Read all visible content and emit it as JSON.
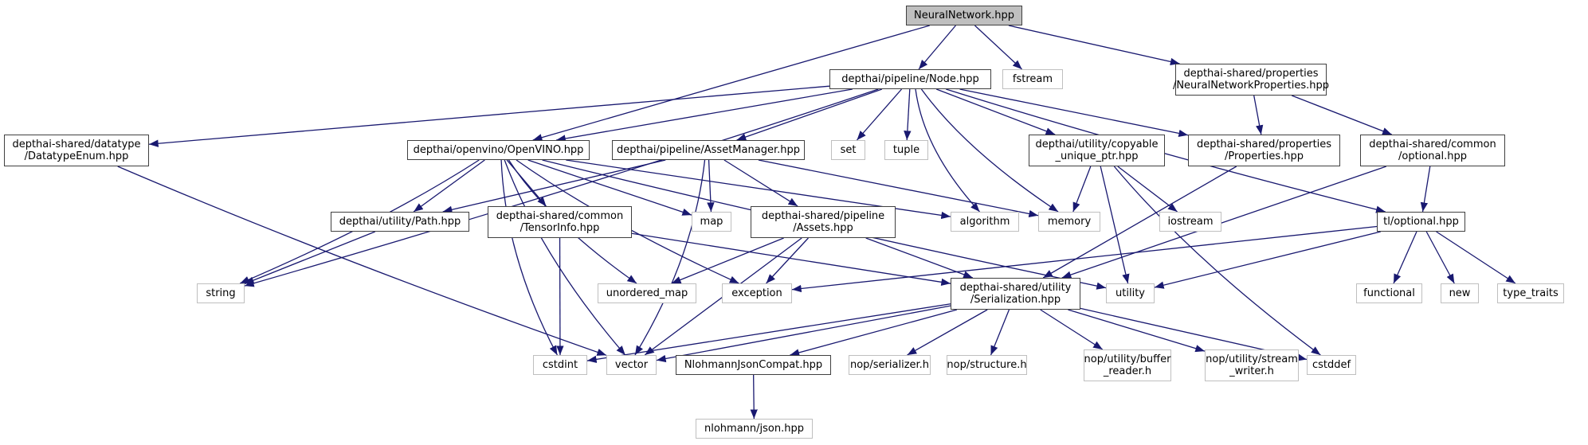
{
  "title": "NeuralNetwork.hpp include dependency graph",
  "colors": {
    "edge": "#191970",
    "local_border": "#404040",
    "system_border": "#bfbfbf",
    "root_fill": "#bfbfbf"
  },
  "nodes": [
    {
      "id": "root",
      "label": "NeuralNetwork.hpp",
      "kind": "root"
    },
    {
      "id": "node_hpp",
      "label": "depthai/pipeline/Node.hpp",
      "kind": "local"
    },
    {
      "id": "fstream",
      "label": "fstream",
      "kind": "sys"
    },
    {
      "id": "nnprops",
      "label": "depthai-shared/properties\n/NeuralNetworkProperties.hpp",
      "kind": "local"
    },
    {
      "id": "dtenum",
      "label": "depthai-shared/datatype\n/DatatypeEnum.hpp",
      "kind": "local"
    },
    {
      "id": "openvino",
      "label": "depthai/openvino/OpenVINO.hpp",
      "kind": "local"
    },
    {
      "id": "assetmgr",
      "label": "depthai/pipeline/AssetManager.hpp",
      "kind": "local"
    },
    {
      "id": "set",
      "label": "set",
      "kind": "sys"
    },
    {
      "id": "tuple",
      "label": "tuple",
      "kind": "sys"
    },
    {
      "id": "copyable",
      "label": "depthai/utility/copyable\n_unique_ptr.hpp",
      "kind": "local"
    },
    {
      "id": "properties",
      "label": "depthai-shared/properties\n/Properties.hpp",
      "kind": "local"
    },
    {
      "id": "optional_common",
      "label": "depthai-shared/common\n/optional.hpp",
      "kind": "local"
    },
    {
      "id": "path",
      "label": "depthai/utility/Path.hpp",
      "kind": "local"
    },
    {
      "id": "tensorinfo",
      "label": "depthai-shared/common\n/TensorInfo.hpp",
      "kind": "local"
    },
    {
      "id": "map",
      "label": "map",
      "kind": "sys"
    },
    {
      "id": "assets",
      "label": "depthai-shared/pipeline\n/Assets.hpp",
      "kind": "local"
    },
    {
      "id": "algorithm",
      "label": "algorithm",
      "kind": "sys"
    },
    {
      "id": "memory",
      "label": "memory",
      "kind": "sys"
    },
    {
      "id": "iostream",
      "label": "iostream",
      "kind": "sys"
    },
    {
      "id": "tl_optional",
      "label": "tl/optional.hpp",
      "kind": "local"
    },
    {
      "id": "string",
      "label": "string",
      "kind": "sys"
    },
    {
      "id": "unordered_map",
      "label": "unordered_map",
      "kind": "sys"
    },
    {
      "id": "exception",
      "label": "exception",
      "kind": "sys"
    },
    {
      "id": "serialization",
      "label": "depthai-shared/utility\n/Serialization.hpp",
      "kind": "local"
    },
    {
      "id": "utility",
      "label": "utility",
      "kind": "sys"
    },
    {
      "id": "functional",
      "label": "functional",
      "kind": "sys"
    },
    {
      "id": "new",
      "label": "new",
      "kind": "sys"
    },
    {
      "id": "type_traits",
      "label": "type_traits",
      "kind": "sys"
    },
    {
      "id": "cstdint",
      "label": "cstdint",
      "kind": "sys"
    },
    {
      "id": "vector",
      "label": "vector",
      "kind": "sys"
    },
    {
      "id": "nlohmann_compat",
      "label": "NlohmannJsonCompat.hpp",
      "kind": "local"
    },
    {
      "id": "nop_serializer",
      "label": "nop/serializer.h",
      "kind": "sys"
    },
    {
      "id": "nop_structure",
      "label": "nop/structure.h",
      "kind": "sys"
    },
    {
      "id": "nop_buffer_reader",
      "label": "nop/utility/buffer\n_reader.h",
      "kind": "sys"
    },
    {
      "id": "nop_stream_writer",
      "label": "nop/utility/stream\n_writer.h",
      "kind": "sys"
    },
    {
      "id": "cstddef",
      "label": "cstddef",
      "kind": "sys"
    },
    {
      "id": "nlohmann_json",
      "label": "nlohmann/json.hpp",
      "kind": "sys"
    }
  ],
  "edges": [
    [
      "root",
      "node_hpp"
    ],
    [
      "root",
      "fstream"
    ],
    [
      "root",
      "nnprops"
    ],
    [
      "root",
      "openvino"
    ],
    [
      "node_hpp",
      "dtenum"
    ],
    [
      "node_hpp",
      "openvino"
    ],
    [
      "node_hpp",
      "assetmgr"
    ],
    [
      "node_hpp",
      "set"
    ],
    [
      "node_hpp",
      "tuple"
    ],
    [
      "node_hpp",
      "algorithm"
    ],
    [
      "node_hpp",
      "memory"
    ],
    [
      "node_hpp",
      "copyable"
    ],
    [
      "node_hpp",
      "properties"
    ],
    [
      "node_hpp",
      "tl_optional"
    ],
    [
      "node_hpp",
      "string"
    ],
    [
      "nnprops",
      "properties"
    ],
    [
      "nnprops",
      "optional_common"
    ],
    [
      "dtenum",
      "vector"
    ],
    [
      "openvino",
      "path"
    ],
    [
      "openvino",
      "tensorinfo"
    ],
    [
      "openvino",
      "map"
    ],
    [
      "openvino",
      "string"
    ],
    [
      "openvino",
      "unordered_map"
    ],
    [
      "openvino",
      "exception"
    ],
    [
      "openvino",
      "algorithm"
    ],
    [
      "openvino",
      "utility"
    ],
    [
      "openvino",
      "cstdint"
    ],
    [
      "openvino",
      "vector"
    ],
    [
      "assetmgr",
      "path"
    ],
    [
      "assetmgr",
      "map"
    ],
    [
      "assetmgr",
      "assets"
    ],
    [
      "assetmgr",
      "memory"
    ],
    [
      "assetmgr",
      "vector"
    ],
    [
      "copyable",
      "memory"
    ],
    [
      "copyable",
      "iostream"
    ],
    [
      "copyable",
      "utility"
    ],
    [
      "copyable",
      "cstddef"
    ],
    [
      "properties",
      "serialization"
    ],
    [
      "optional_common",
      "tl_optional"
    ],
    [
      "optional_common",
      "serialization"
    ],
    [
      "path",
      "string"
    ],
    [
      "tensorinfo",
      "cstdint"
    ],
    [
      "tensorinfo",
      "serialization"
    ],
    [
      "assets",
      "unordered_map"
    ],
    [
      "assets",
      "exception"
    ],
    [
      "assets",
      "vector"
    ],
    [
      "assets",
      "serialization"
    ],
    [
      "tl_optional",
      "exception"
    ],
    [
      "tl_optional",
      "utility"
    ],
    [
      "tl_optional",
      "functional"
    ],
    [
      "tl_optional",
      "new"
    ],
    [
      "tl_optional",
      "type_traits"
    ],
    [
      "serialization",
      "cstdint"
    ],
    [
      "serialization",
      "vector"
    ],
    [
      "serialization",
      "nlohmann_compat"
    ],
    [
      "serialization",
      "nop_serializer"
    ],
    [
      "serialization",
      "nop_structure"
    ],
    [
      "serialization",
      "nop_buffer_reader"
    ],
    [
      "serialization",
      "nop_stream_writer"
    ],
    [
      "serialization",
      "cstddef"
    ],
    [
      "nlohmann_compat",
      "nlohmann_json"
    ]
  ]
}
